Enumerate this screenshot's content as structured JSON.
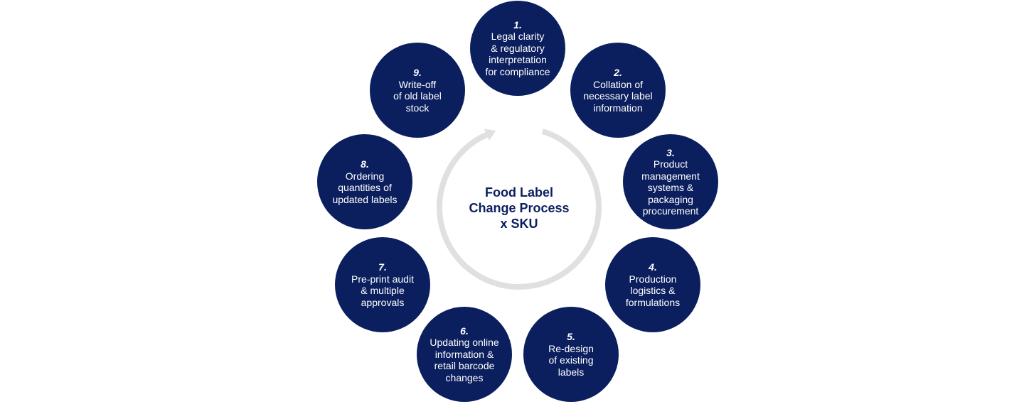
{
  "title": [
    "Food Label",
    "Change Process",
    "x SKU"
  ],
  "colors": {
    "circle": "#0b1f5e",
    "ring": "#e0e0e0",
    "text": "#ffffff"
  },
  "steps": [
    {
      "number": "1.",
      "lines": [
        "Legal clarity",
        "& regulatory",
        "interpretation",
        "for compliance"
      ]
    },
    {
      "number": "2.",
      "lines": [
        "Collation of",
        "necessary label",
        "information"
      ]
    },
    {
      "number": "3.",
      "lines": [
        "Product",
        "management",
        "systems &",
        "packaging",
        "procurement"
      ]
    },
    {
      "number": "4.",
      "lines": [
        "Production",
        "logistics &",
        "formulations"
      ]
    },
    {
      "number": "5.",
      "lines": [
        "Re-design",
        "of existing",
        "labels"
      ]
    },
    {
      "number": "6.",
      "lines": [
        "Updating online",
        "information &",
        "retail barcode",
        "changes"
      ]
    },
    {
      "number": "7.",
      "lines": [
        "Pre-print audit",
        "& multiple",
        "approvals"
      ]
    },
    {
      "number": "8.",
      "lines": [
        "Ordering",
        "quantities of",
        "updated labels"
      ]
    },
    {
      "number": "9.",
      "lines": [
        "Write-off",
        "of old label",
        "stock"
      ]
    }
  ]
}
